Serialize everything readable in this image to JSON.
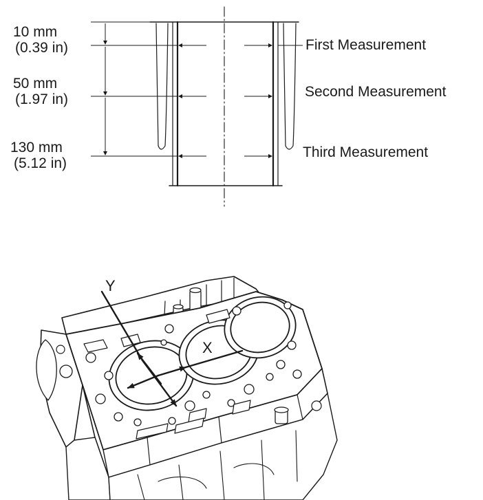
{
  "colors": {
    "line": "#1a1a1a",
    "background": "#ffffff",
    "text": "#1a1a1a"
  },
  "cylinder_section": {
    "depths": [
      {
        "mm": "10 mm",
        "inch": "(0.39 in)",
        "label": "First Measurement"
      },
      {
        "mm": "50 mm",
        "inch": "(1.97 in)",
        "label": "Second Measurement"
      },
      {
        "mm": "130 mm",
        "inch": "(5.12 in)",
        "label": "Third Measurement"
      }
    ]
  },
  "engine_block": {
    "axis_x": "X",
    "axis_y": "Y"
  }
}
